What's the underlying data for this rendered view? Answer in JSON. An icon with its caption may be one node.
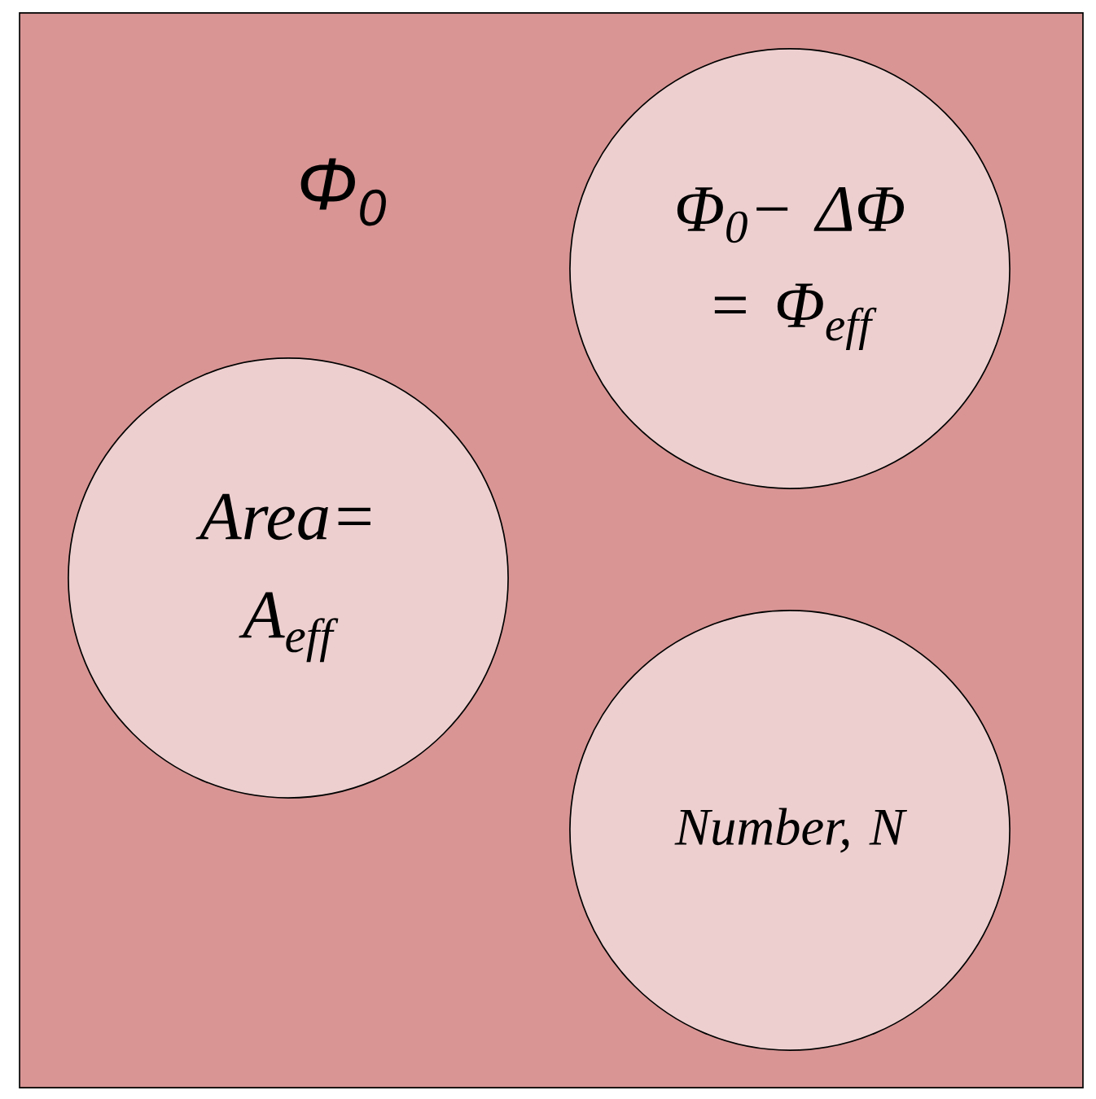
{
  "diagram": {
    "nodes": [
      {
        "text": [
          "Φ$_{0}$"
        ]
      },
      {
        "text": [
          "Φ$_{0}$− ΔΦ = Φ$_{eff}$"
        ],
        "in": 0
      },
      {
        "text": [
          "Area= A$_{eff}$"
        ],
        "in": 0
      },
      {
        "text": [
          "Number, N"
        ],
        "in": 0
      }
    ]
  }
}
